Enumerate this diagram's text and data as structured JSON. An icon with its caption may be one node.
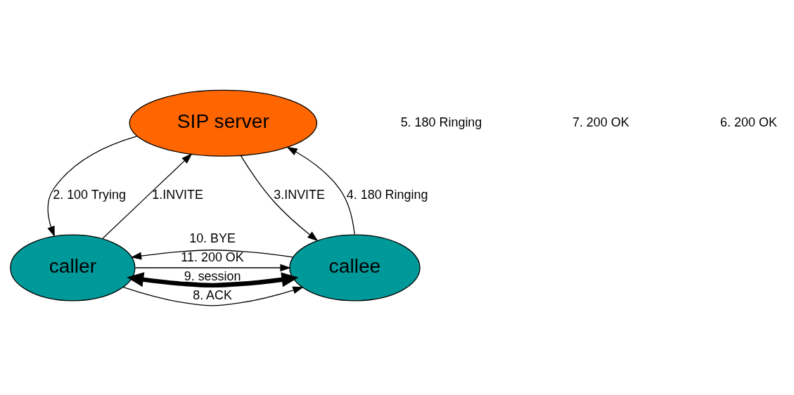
{
  "diagram": {
    "nodes": [
      {
        "text": [
          "SIP server"
        ]
      },
      {
        "text": [
          "caller"
        ]
      },
      {
        "text": [
          "callee"
        ]
      }
    ],
    "edges": [
      {
        "from": 1,
        "to": 0,
        "arrow": "to",
        "label": "1.INVITE"
      },
      {
        "from": 0,
        "to": 1,
        "arrow": "to",
        "label": "2. 100 Trying"
      },
      {
        "from": 0,
        "to": 2,
        "arrow": "to",
        "label": "3.INVITE"
      },
      {
        "from": 2,
        "to": 0,
        "arrow": "to",
        "label": "4. 180 Ringing"
      },
      {
        "from": 1,
        "to": 2,
        "arrow": "to",
        "label": "8. ACK"
      },
      {
        "from": 1,
        "to": 2,
        "arrow": "both",
        "label": "9. session",
        "style": "thick"
      },
      {
        "from": 2,
        "to": 1,
        "arrow": "to",
        "label": "10. BYE"
      },
      {
        "from": 1,
        "to": 2,
        "arrow": "to",
        "label": "11. 200 OK"
      }
    ],
    "labels": [
      "5. 180 Ringing",
      "7. 200 OK",
      "6. 200 OK"
    ]
  }
}
